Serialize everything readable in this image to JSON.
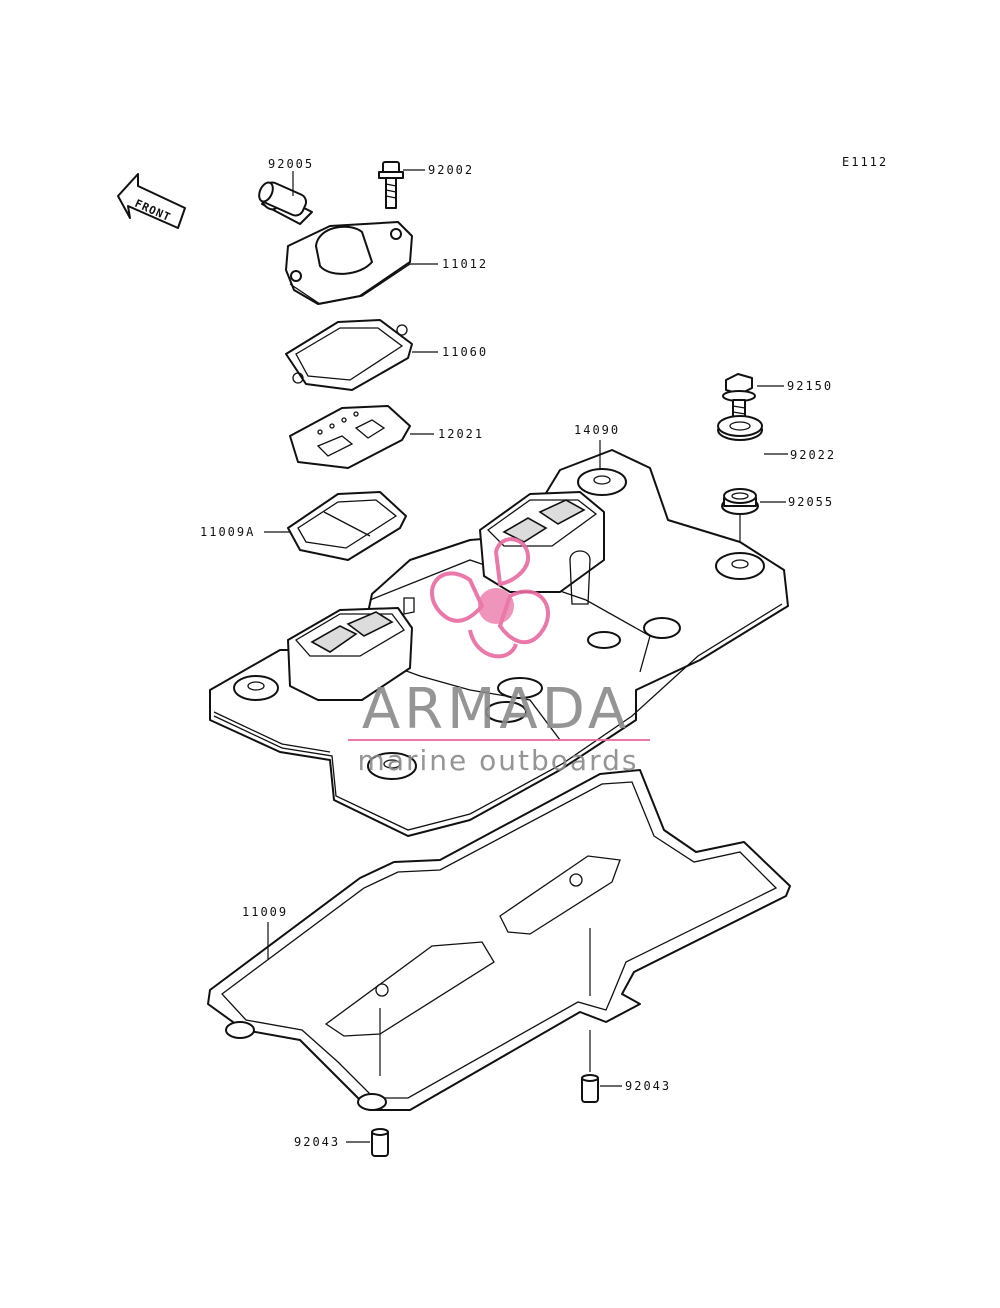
{
  "diagram": {
    "code": "E1112",
    "direction": "FRONT",
    "parts": {
      "p92005": "92005",
      "p92002": "92002",
      "p11012": "11012",
      "p11060": "11060",
      "p12021": "12021",
      "p11009A": "11009A",
      "p14090": "14090",
      "p92150": "92150",
      "p92022": "92022",
      "p92055": "92055",
      "p11009": "11009",
      "p92043a": "92043",
      "p92043b": "92043"
    }
  },
  "watermark": {
    "brand": "ARMADA",
    "tagline": "marine outboards",
    "accent_color": "#e86aa0"
  },
  "colors": {
    "line": "#111111",
    "background": "#ffffff"
  }
}
